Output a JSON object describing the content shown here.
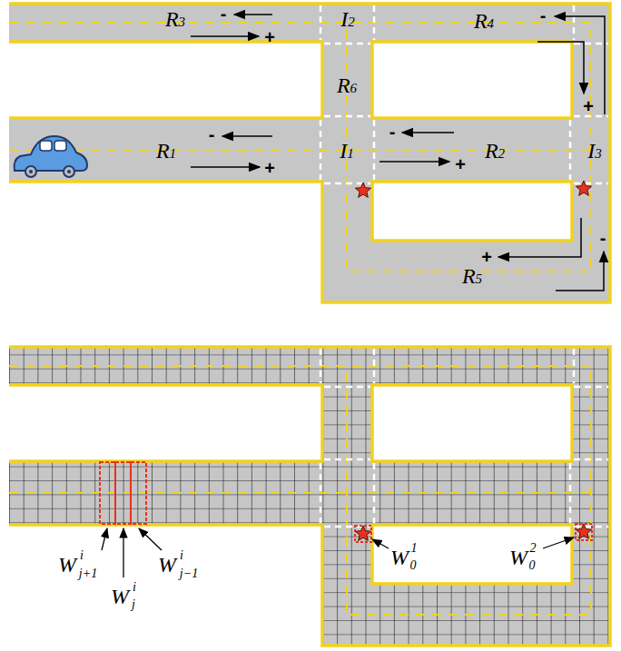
{
  "diagram": {
    "labels": [
      "-",
      "+",
      "R3",
      "I2",
      "-",
      "+",
      "R4",
      "R6",
      "-",
      "+",
      "R1",
      "I1",
      "-",
      "+",
      "R2",
      "I3",
      "-",
      "+",
      "R5",
      "W",
      "i",
      "j+1",
      "W",
      "i",
      "j",
      "W",
      "i",
      "j−1",
      "W",
      "1",
      "0",
      "W",
      "2",
      "0"
    ]
  }
}
